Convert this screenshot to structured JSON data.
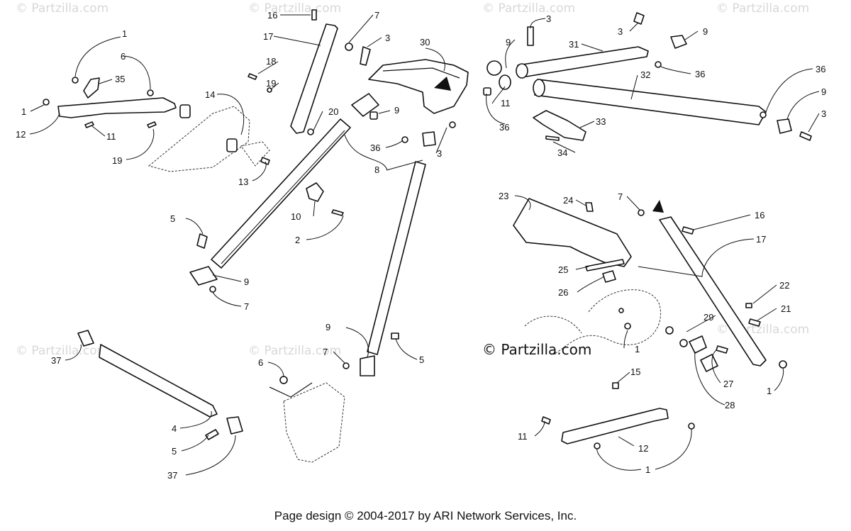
{
  "watermark": "© Partzilla.com",
  "brand_mark": "© Partzilla.com",
  "footer": "Page design © 2004-2017 by ARI Network Services, Inc.",
  "callouts": [
    "1",
    "2",
    "3",
    "4",
    "5",
    "6",
    "7",
    "8",
    "9",
    "10",
    "11",
    "12",
    "13",
    "14",
    "15",
    "16",
    "17",
    "18",
    "19",
    "20",
    "21",
    "22",
    "23",
    "24",
    "25",
    "26",
    "27",
    "28",
    "29",
    "30",
    "31",
    "32",
    "33",
    "34",
    "35",
    "36",
    "37"
  ]
}
